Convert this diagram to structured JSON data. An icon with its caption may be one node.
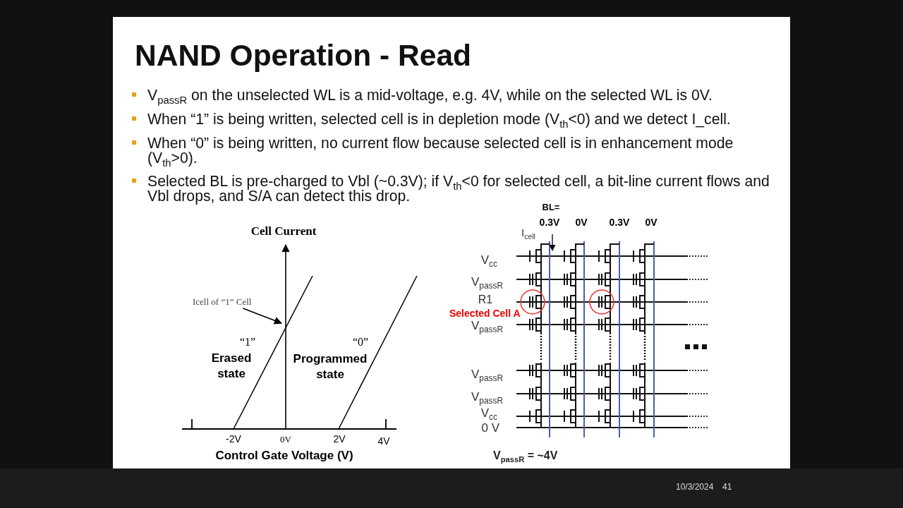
{
  "diagram": {
    "title": "NAND Operation - Read",
    "nodes": [
      {
        "text": [
          "Icell of “1” Cell"
        ]
      },
      {
        "text": [],
        "shape": "line"
      }
    ],
    "edges": [
      {
        "from": 0,
        "to": 1,
        "arrow": "to"
      }
    ],
    "labels": [
      "V$_{passR}$ on the unselected WL is a mid-voltage, e.g. 4V, while on the selected WL is 0V.",
      "When “1” is being written, selected cell is in depletion mode (V$_{th}$<0) and we detect I_cell.",
      "When “0” is being written, no current flow because selected cell is in enhancement mode (V$_{th}$>0).",
      "Selected BL is pre-charged to Vbl (~0.3V); if V$_{th}$<0 for selected cell, a bit-line current flows and Vbl drops, and S/A can detect this drop.",
      "Cell Current",
      "“1”",
      "Erased state",
      "“0”",
      "Programmed state",
      "-2V",
      "0V",
      "2V",
      "4V",
      "Control Gate Voltage (V)",
      "BL=",
      "0.3V",
      "0V",
      "0.3V",
      "0V",
      "I$_{cell}$",
      "V$_{cc}$",
      "V$_{passR}$",
      "R1",
      "Selected Cell A",
      "V$_{passR}$",
      "V$_{passR}$",
      "V$_{passR}$",
      "V$_{cc}$",
      "0 V",
      "V$_{passR}$ = ~4V",
      "10/3/2024",
      "41"
    ]
  }
}
